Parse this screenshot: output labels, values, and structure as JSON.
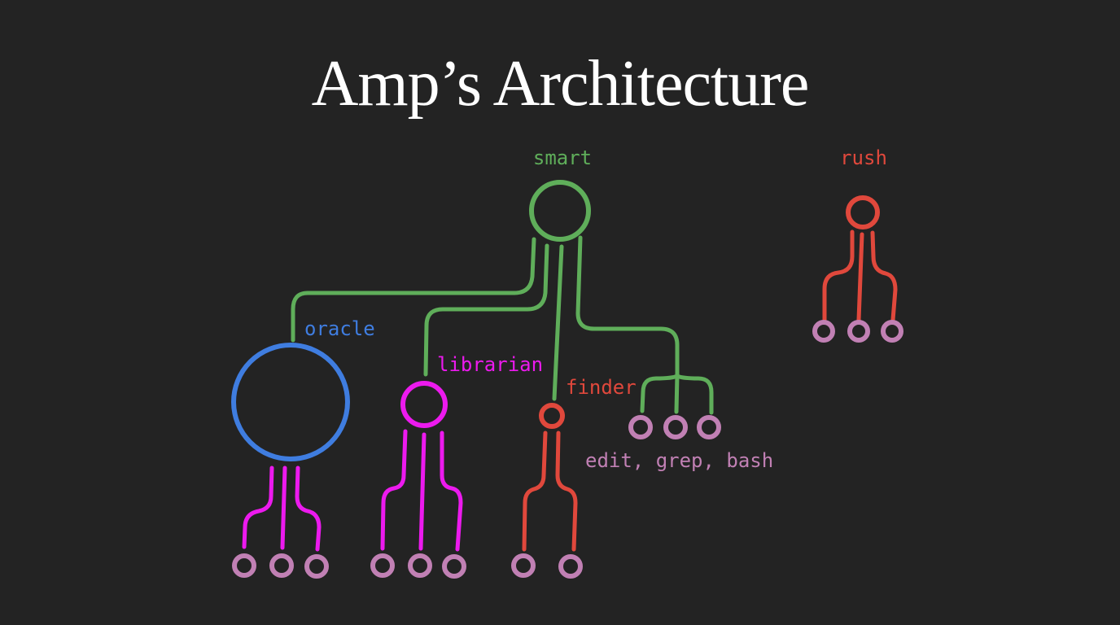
{
  "title": "Amp’s Architecture",
  "colors": {
    "background": "#232323",
    "smart": "#5fae5a",
    "rush": "#e0483c",
    "oracle": "#3f7de0",
    "librarian": "#ec1aee",
    "finder": "#e0483c",
    "tool": "#c180b4"
  },
  "agents": {
    "smart": {
      "label": "smart"
    },
    "rush": {
      "label": "rush"
    },
    "oracle": {
      "label": "oracle"
    },
    "librarian": {
      "label": "librarian"
    },
    "finder": {
      "label": "finder"
    }
  },
  "tools_label": "edit, grep, bash"
}
